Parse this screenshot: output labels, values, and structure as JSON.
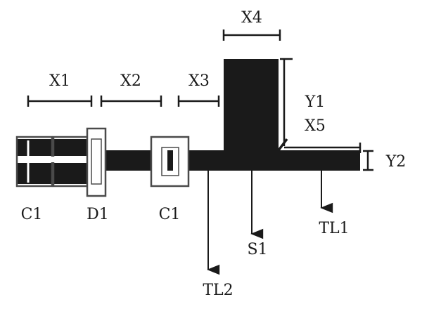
{
  "colors": {
    "ink": "#1a1a1a",
    "outline": "#4a4a4a",
    "background": "#ffffff"
  },
  "labels": {
    "x1": "X1",
    "x2": "X2",
    "x3": "X3",
    "x4": "X4",
    "x5": "X5",
    "y1": "Y1",
    "y2": "Y2",
    "c1_left": "C1",
    "d1": "D1",
    "c1_right": "C1",
    "tl1": "TL1",
    "tl2": "TL2",
    "s1": "S1"
  }
}
